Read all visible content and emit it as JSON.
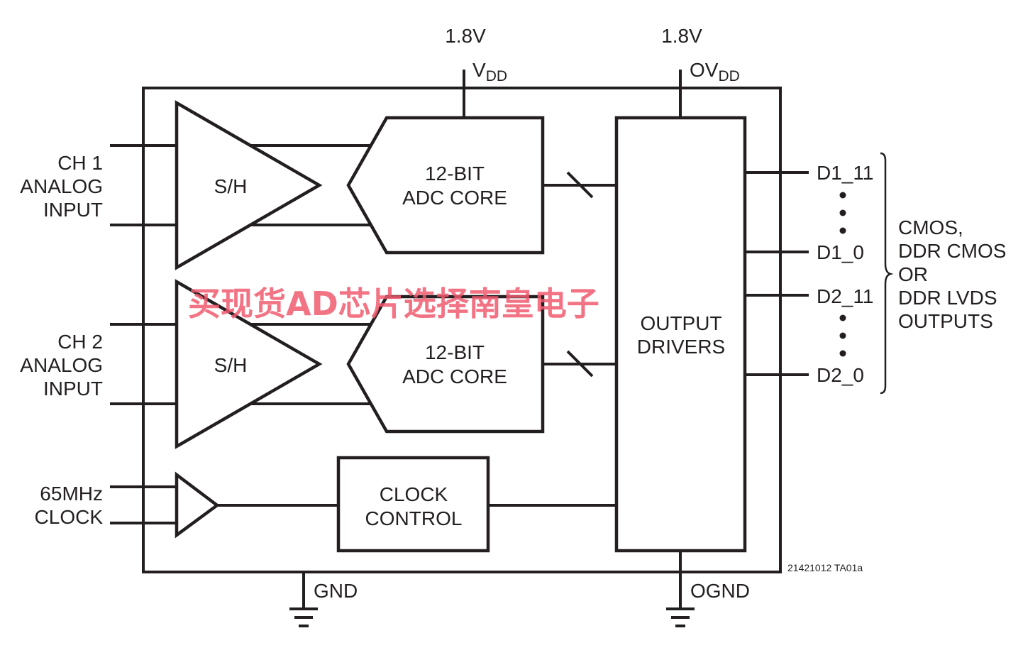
{
  "supplies": {
    "vdd_voltage": "1.8V",
    "vdd_label": "V",
    "vdd_sub": "DD",
    "ovdd_voltage": "1.8V",
    "ovdd_label": "OV",
    "ovdd_sub": "DD"
  },
  "inputs": {
    "ch1": [
      "CH 1",
      "ANALOG",
      "INPUT"
    ],
    "ch2": [
      "CH 2",
      "ANALOG",
      "INPUT"
    ],
    "clock": [
      "65MHz",
      "CLOCK"
    ]
  },
  "blocks": {
    "sh1": "S/H",
    "sh2": "S/H",
    "adc1": [
      "12-BIT",
      "ADC CORE"
    ],
    "adc2": [
      "12-BIT",
      "ADC CORE"
    ],
    "clock_control": [
      "CLOCK",
      "CONTROL"
    ],
    "output_drivers": [
      "OUTPUT",
      "DRIVERS"
    ]
  },
  "outputs": {
    "pins": [
      "D1_11",
      "D1_0",
      "D2_11",
      "D2_0"
    ],
    "description": [
      "CMOS,",
      "DDR CMOS",
      "OR",
      "DDR LVDS",
      "OUTPUTS"
    ]
  },
  "grounds": {
    "gnd": "GND",
    "ognd": "OGND"
  },
  "figure_id": "21421012 TA01a",
  "watermark": "买现货AD芯片选择南皇电子"
}
